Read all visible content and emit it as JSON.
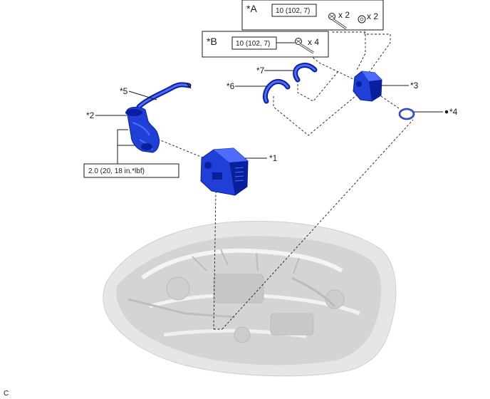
{
  "colors": {
    "part_blue": "#1f3fd6",
    "part_dark": "#0a1f9c",
    "part_light": "#4d6cff",
    "engine_gray": "#d9d9d9"
  },
  "groups": {
    "a": {
      "tag": "*A",
      "torque": "10 (102, 7)",
      "bolt_qty": "x 2",
      "nut_qty": "x 2"
    },
    "b": {
      "tag": "*B",
      "torque": "10 (102, 7)",
      "bolt_qty": "x 4"
    }
  },
  "parts": {
    "p1": "*1",
    "p2": "*2",
    "p3": "*3",
    "p4": "*4",
    "p5": "*5",
    "p6": "*6",
    "p7": "*7"
  },
  "clamp_torque": "2.0 (20, 18 in.*lbf)",
  "corner_code": "C",
  "icons": [
    "bolt-icon",
    "nut-icon",
    "non-reusable-dot-icon"
  ]
}
